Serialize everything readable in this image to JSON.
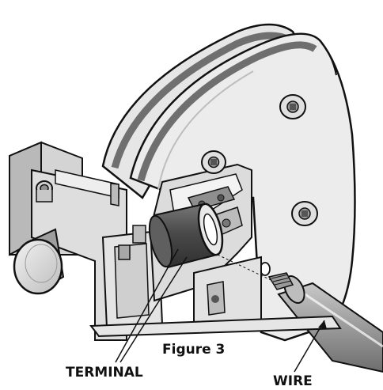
{
  "figure": {
    "caption": "Figure 3"
  },
  "callouts": {
    "terminal": "TERMINAL",
    "wire": "WIRE"
  },
  "colors": {
    "line": "#111111",
    "metal": "#d9d9d9",
    "metal_light": "#ececec",
    "metal_dark": "#8c8c8c",
    "band": "#6f6f6f",
    "terminal": "#4a4a4a",
    "wire": "#9a9a9a"
  }
}
